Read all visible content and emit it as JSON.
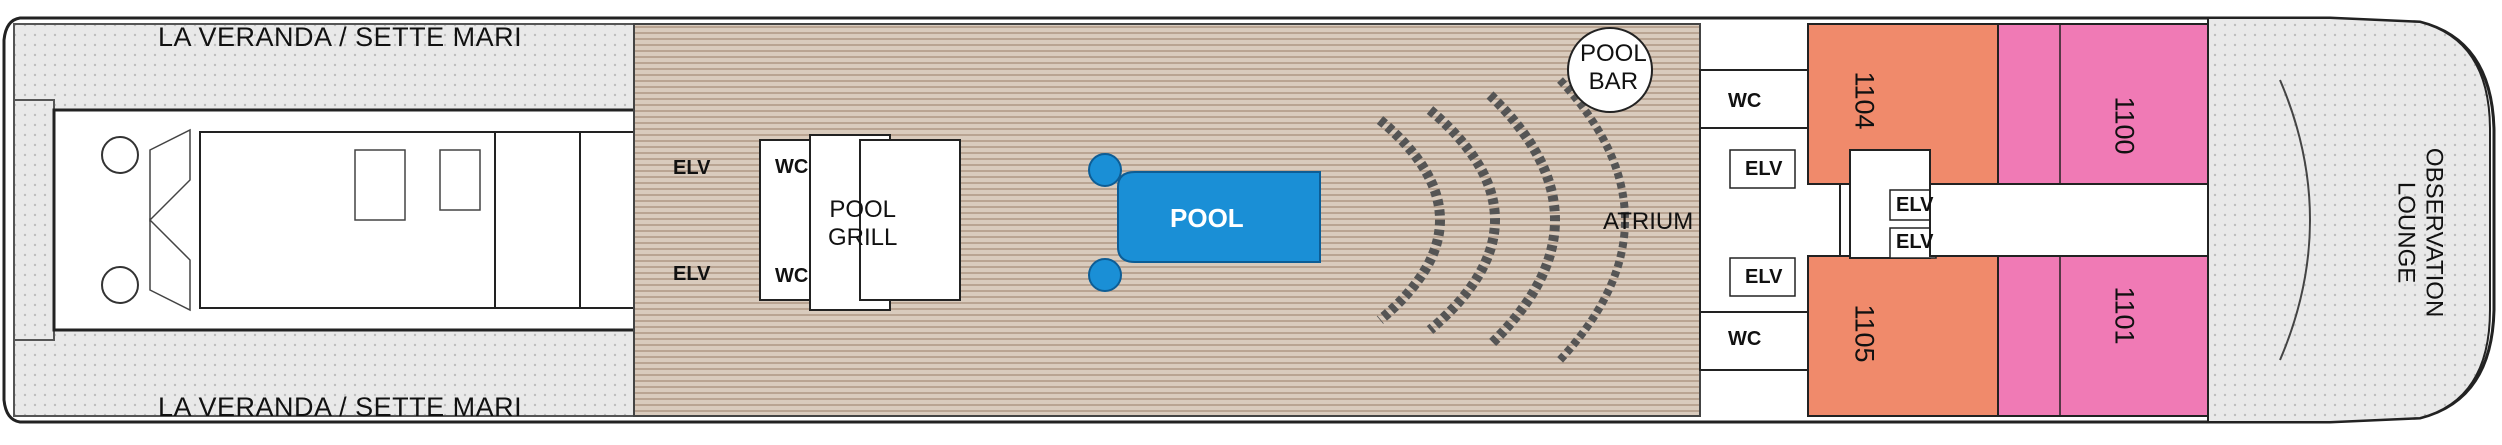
{
  "deck": {
    "venue_top": "LA VERANDA / SETTE MARI",
    "venue_bottom": "LA VERANDA / SETTE MARI",
    "pool_grill": "POOL\nGRILL",
    "pool_bar": "POOL\nBAR",
    "pool": "POOL",
    "atrium": "ATRIUM",
    "observation_lounge": "OBSERVATION\nLOUNGE",
    "wc_labels": [
      "WC",
      "WC",
      "WC",
      "WC"
    ],
    "elv_labels": [
      "ELV",
      "ELV",
      "ELV",
      "ELV",
      "ELV",
      "ELV"
    ],
    "suites": [
      {
        "number": "1104",
        "color": "#f08a6b"
      },
      {
        "number": "1105",
        "color": "#f08a6b"
      },
      {
        "number": "1100",
        "color": "#f07ab5"
      },
      {
        "number": "1101",
        "color": "#f07ab5"
      }
    ]
  },
  "colors": {
    "deck_wood": "#c9b8a8",
    "pool_water": "#1a8fd6",
    "suite_orange": "#f08a6b",
    "suite_pink": "#f07ab5",
    "outline": "#222222"
  }
}
